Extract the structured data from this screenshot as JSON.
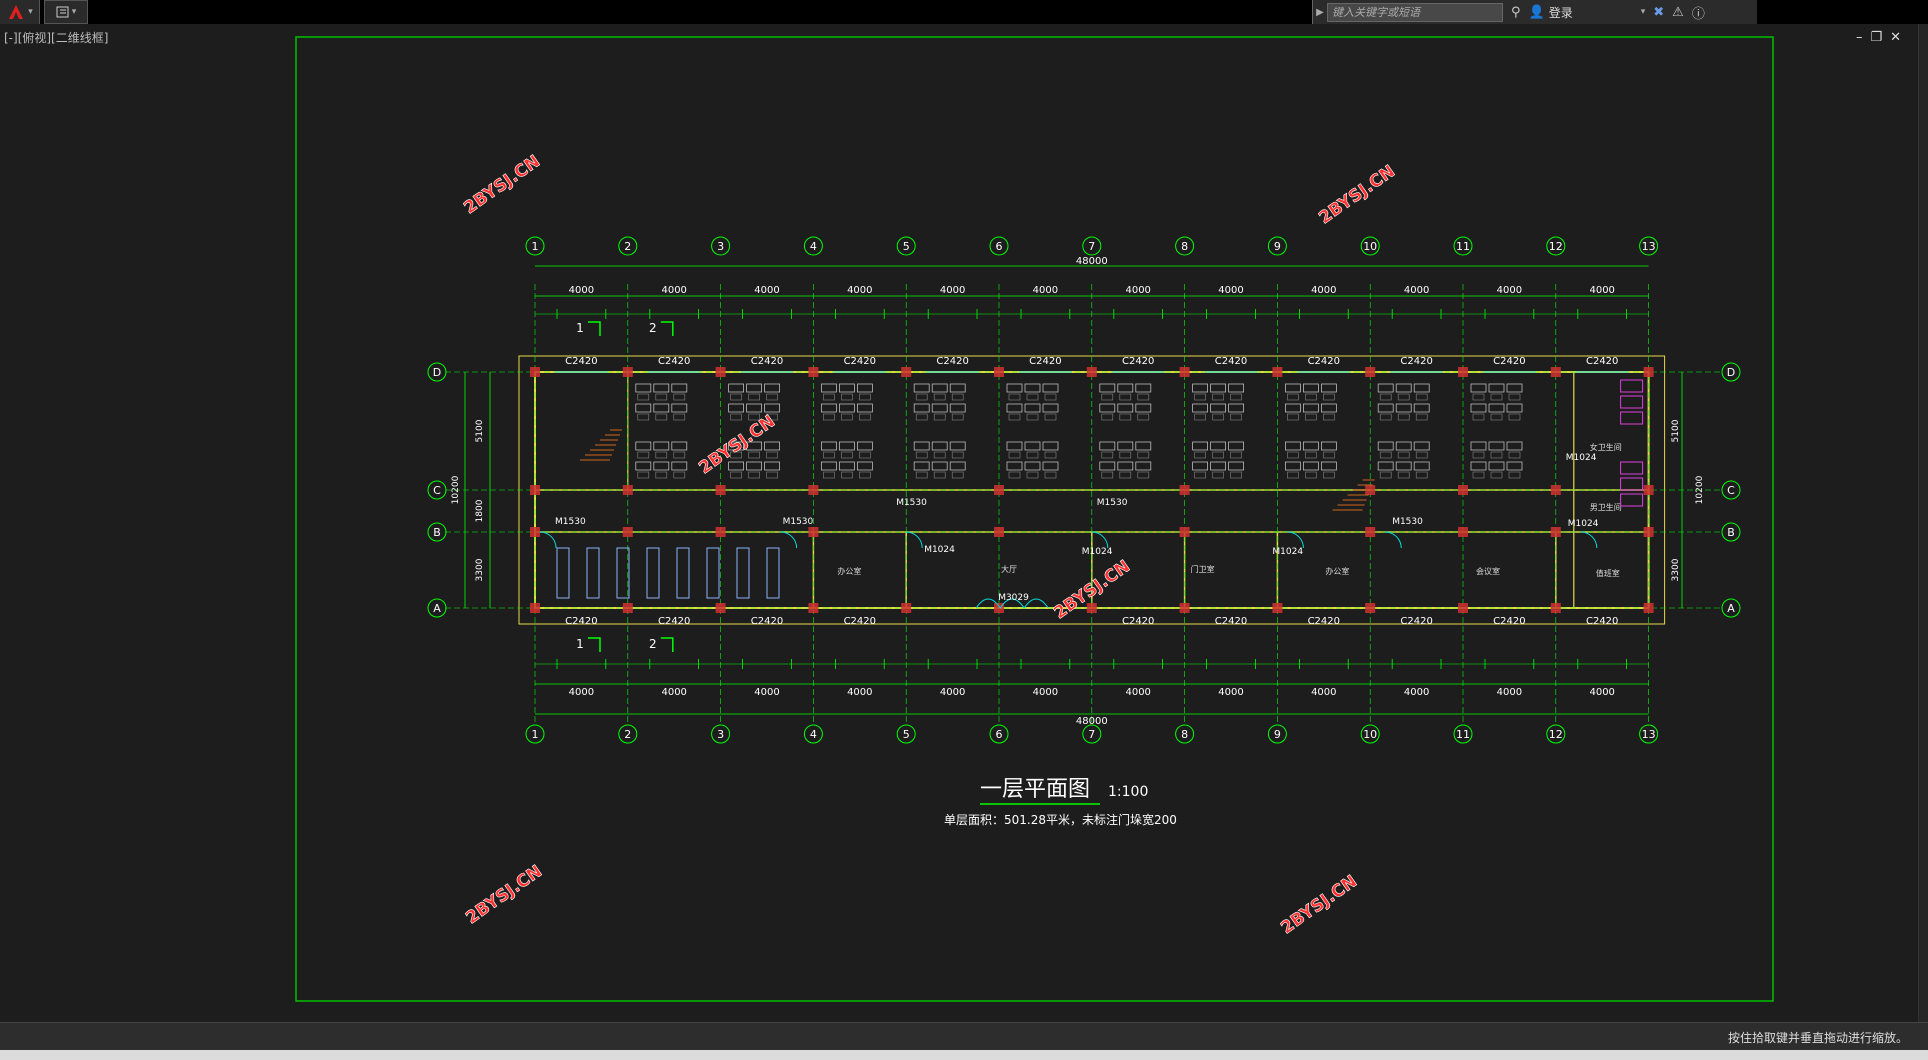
{
  "toolbar": {
    "app_icon": "autocad-logo-icon",
    "quick_access_icon": "quick-access-icon",
    "search_placeholder": "键入关键字或短语",
    "login_label": "登录",
    "icons": [
      "binoculars-icon",
      "user-icon",
      "exchange-icon",
      "autodesk-icon",
      "help-icon"
    ]
  },
  "viewport_label": "[-][俯视][二维线框]",
  "window_controls": {
    "minimize": "–",
    "restore": "❐",
    "close": "✕"
  },
  "status_text": "按住拾取键并垂直拖动进行缩放。",
  "colors": {
    "background": "#1d1d1d",
    "frame": "#00c000",
    "walls": "#e5d94a",
    "grid": "#00ff00",
    "watermark": "#ff3030",
    "dims": "#e4e45a"
  },
  "plan": {
    "title": "一层平面图",
    "scale": "1:100",
    "subtitle": "单层面积：501.28平米，未标注门垛宽200",
    "total_dim": "48000",
    "bay_dim": "4000",
    "bay_dims": [
      "4000",
      "4000",
      "4000",
      "4000",
      "4000",
      "4000",
      "4000",
      "4000",
      "4000",
      "4000",
      "4000",
      "4000"
    ],
    "axes_x": [
      "1",
      "2",
      "3",
      "4",
      "5",
      "6",
      "7",
      "8",
      "9",
      "10",
      "11",
      "12",
      "13"
    ],
    "axes_y": [
      "D",
      "C",
      "B",
      "A"
    ],
    "left_dims": [
      "5100",
      "1800",
      "3300"
    ],
    "left_total": "10200",
    "right_dims": [
      "5100",
      "3300"
    ],
    "right_total": "10200",
    "window_label": "C2420",
    "door_labels": [
      "M1530",
      "M1530",
      "M1530",
      "M1530",
      "M1530",
      "M1024",
      "M1024",
      "M1024",
      "M1024",
      "M1024",
      "M3029"
    ],
    "section_marks": [
      "1",
      "2",
      "1",
      "2"
    ],
    "rooms": [
      "大厅",
      "办公室",
      "门卫室",
      "办公室",
      "会议室",
      "值班室",
      "女卫生间",
      "男卫生间"
    ],
    "watermark": "2BYSJ.CN"
  }
}
